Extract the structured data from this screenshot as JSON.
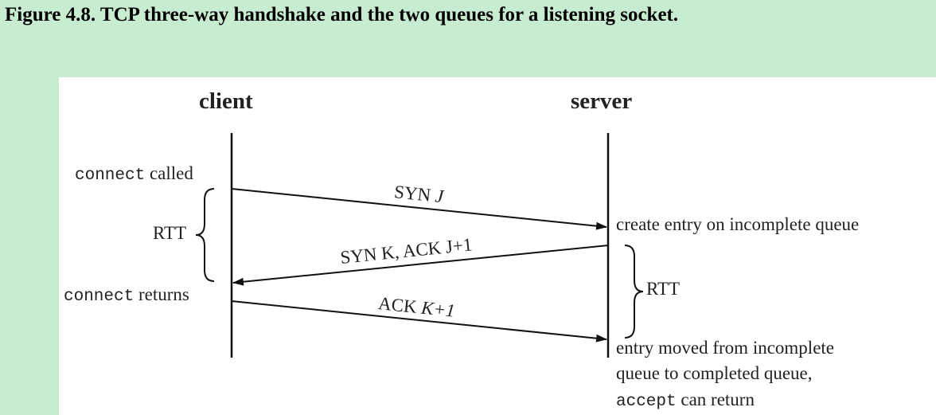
{
  "caption": "Figure 4.8. TCP three-way handshake and the two queues for a listening socket.",
  "diagram": {
    "client_label": "client",
    "server_label": "server",
    "client_notes": {
      "connect_called": {
        "fn": "connect",
        "rest": " called"
      },
      "connect_returns": {
        "fn": "connect",
        "rest": " returns"
      },
      "rtt": "RTT"
    },
    "server_notes": {
      "create_entry": "create entry on incomplete queue",
      "rtt": "RTT",
      "entry_moved_line1": "entry moved from incomplete",
      "entry_moved_line2": "queue to completed queue,",
      "accept_fn": "accept",
      "accept_rest": " can return"
    },
    "messages": {
      "syn": {
        "name": "SYN ",
        "seq": "J"
      },
      "synack": {
        "name": "SYN K, ACK ",
        "seq": "J+1"
      },
      "ack": {
        "name": "ACK ",
        "seq": "K+1"
      }
    }
  }
}
